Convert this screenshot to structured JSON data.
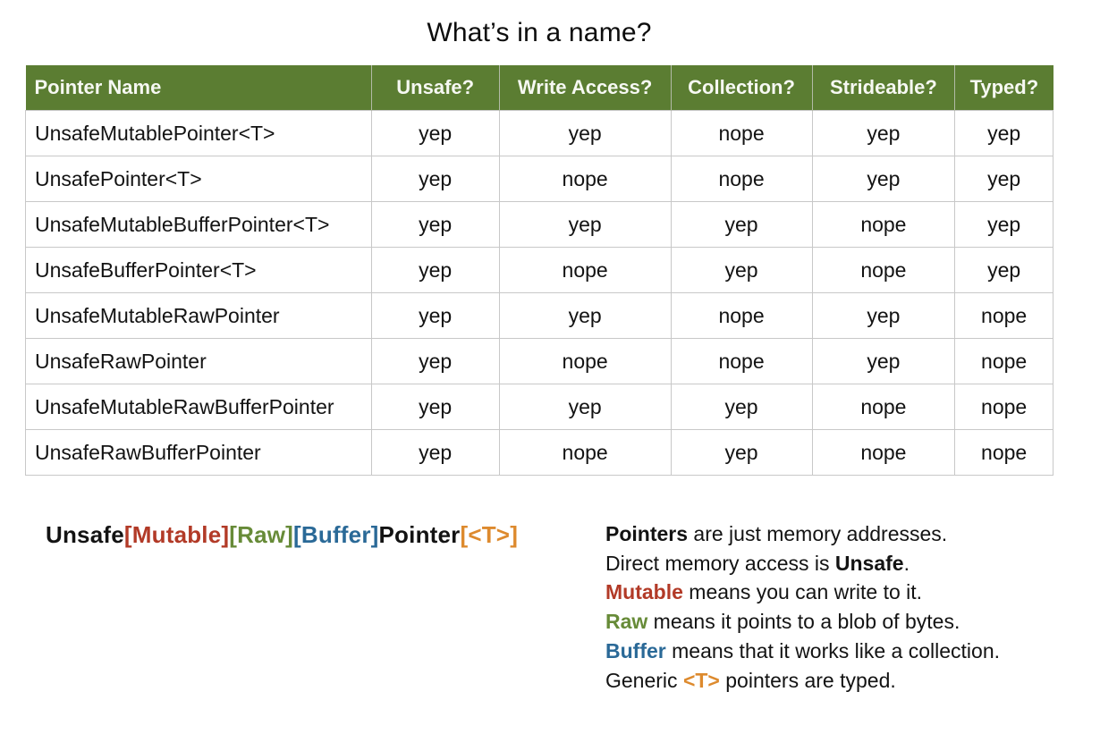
{
  "title": "What’s in a name?",
  "colors": {
    "black": "#131313",
    "red": "#b23a27",
    "green": "#678b38",
    "blue": "#2a6997",
    "orange": "#dd8a2e",
    "header_green": "#5b7d32",
    "border_grey": "#c8c8c8"
  },
  "chart_data": {
    "type": "table",
    "title": "What’s in a name?",
    "columns": [
      "Pointer Name",
      "Unsafe?",
      "Write Access?",
      "Collection?",
      "Strideable?",
      "Typed?"
    ],
    "rows": [
      {
        "name": "UnsafeMutablePointer<T>",
        "values": [
          "yep",
          "yep",
          "nope",
          "yep",
          "yep"
        ]
      },
      {
        "name": "UnsafePointer<T>",
        "values": [
          "yep",
          "nope",
          "nope",
          "yep",
          "yep"
        ]
      },
      {
        "name": "UnsafeMutableBufferPointer<T>",
        "values": [
          "yep",
          "yep",
          "yep",
          "nope",
          "yep"
        ]
      },
      {
        "name": "UnsafeBufferPointer<T>",
        "values": [
          "yep",
          "nope",
          "yep",
          "nope",
          "yep"
        ]
      },
      {
        "name": "UnsafeMutableRawPointer",
        "values": [
          "yep",
          "yep",
          "nope",
          "yep",
          "nope"
        ]
      },
      {
        "name": "UnsafeRawPointer",
        "values": [
          "yep",
          "nope",
          "nope",
          "yep",
          "nope"
        ]
      },
      {
        "name": "UnsafeMutableRawBufferPointer",
        "values": [
          "yep",
          "yep",
          "yep",
          "nope",
          "nope"
        ]
      },
      {
        "name": "UnsafeRawBufferPointer",
        "values": [
          "yep",
          "nope",
          "yep",
          "nope",
          "nope"
        ]
      }
    ]
  },
  "formula": {
    "segments": [
      {
        "key": "unsafe",
        "text": "Unsafe",
        "color": "black"
      },
      {
        "key": "mutable",
        "text": "[Mutable]",
        "color": "red"
      },
      {
        "key": "raw",
        "text": "[Raw]",
        "color": "green"
      },
      {
        "key": "buffer",
        "text": "[Buffer]",
        "color": "blue"
      },
      {
        "key": "pointer",
        "text": "Pointer",
        "color": "black"
      },
      {
        "key": "generic",
        "text": "[<T>]",
        "color": "orange"
      }
    ]
  },
  "legend": {
    "lines": [
      {
        "parts": [
          {
            "text": "Pointers",
            "bold": true,
            "color": "black"
          },
          {
            "text": " are just memory addresses.",
            "bold": false,
            "color": "black"
          }
        ]
      },
      {
        "parts": [
          {
            "text": "Direct memory access is ",
            "bold": false,
            "color": "black"
          },
          {
            "text": "Unsafe",
            "bold": true,
            "color": "black"
          },
          {
            "text": ".",
            "bold": false,
            "color": "black"
          }
        ]
      },
      {
        "parts": [
          {
            "text": "Mutable",
            "bold": true,
            "color": "red"
          },
          {
            "text": " means you can write to it.",
            "bold": false,
            "color": "black"
          }
        ]
      },
      {
        "parts": [
          {
            "text": "Raw",
            "bold": true,
            "color": "green"
          },
          {
            "text": " means it points to a blob of bytes.",
            "bold": false,
            "color": "black"
          }
        ]
      },
      {
        "parts": [
          {
            "text": "Buffer",
            "bold": true,
            "color": "blue"
          },
          {
            "text": " means that it works like a collection.",
            "bold": false,
            "color": "black"
          }
        ]
      },
      {
        "parts": [
          {
            "text": "Generic ",
            "bold": false,
            "color": "black"
          },
          {
            "text": "<T>",
            "bold": true,
            "color": "orange"
          },
          {
            "text": " pointers are typed.",
            "bold": false,
            "color": "black"
          }
        ]
      }
    ]
  }
}
